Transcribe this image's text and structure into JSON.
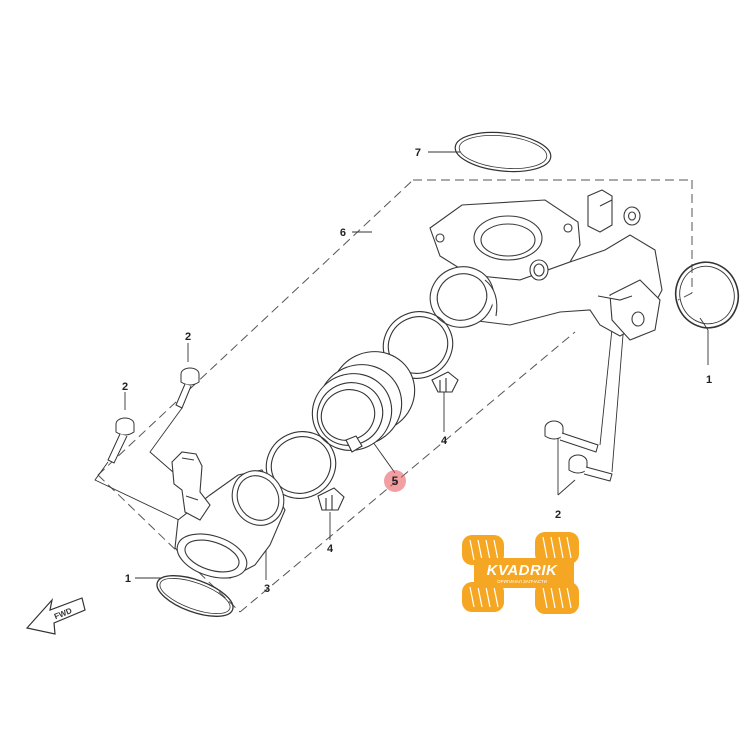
{
  "diagram": {
    "callouts": {
      "part_7": "7",
      "part_6": "6",
      "part_2_a": "2",
      "part_2_b": "2",
      "part_2_c": "2",
      "part_1_right": "1",
      "part_4_upper": "4",
      "part_4_lower": "4",
      "part_5": "5",
      "part_3": "3",
      "part_1_left": "1"
    },
    "direction_label": "FWD",
    "highlighted_part": "5",
    "colors": {
      "line": "#3a3a3a",
      "dashed": "#555555",
      "highlight": "#e8515a",
      "logo": "#f5a623"
    }
  },
  "watermark": {
    "brand": "KVADRIK",
    "tagline": "ОРИГИНАЛ ЗАПЧАСТИ"
  }
}
